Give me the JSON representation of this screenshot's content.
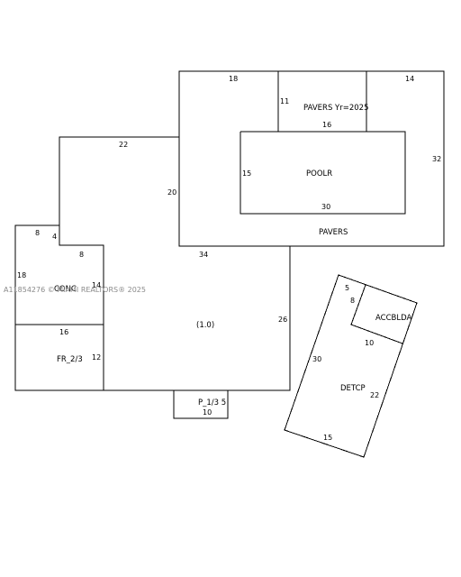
{
  "watermark": "A11854276 © MIAMI REALTORS® 2025",
  "areas": {
    "pavers_north": "PAVERS Yr=2025",
    "pool": "POOLR",
    "pavers_south": "PAVERS",
    "conc": "CONC",
    "main": "(1.0)",
    "fr": "FR_2/3",
    "porch": "P_1/3 5",
    "accbldg": "ACCBLDA",
    "detcp": "DETCP"
  },
  "dimensions": {
    "pavers_top_left": "18",
    "pavers_top_right": "14",
    "pavers_notch_side": "11",
    "pool_top": "16",
    "pool_side": "15",
    "pool_bottom": "30",
    "pavers_right": "32",
    "pavers_left": "20",
    "main_top": "22",
    "main_mid": "34",
    "main_right": "26",
    "conc_a": "8",
    "conc_b": "4",
    "conc_c": "8",
    "conc_left": "18",
    "conc_right": "14",
    "fr_top": "16",
    "fr_right": "12",
    "porch_bottom": "10",
    "acc_a": "5",
    "acc_b": "8",
    "acc_bottom": "10",
    "detcp_left": "30",
    "detcp_right": "22",
    "detcp_bottom": "15"
  }
}
